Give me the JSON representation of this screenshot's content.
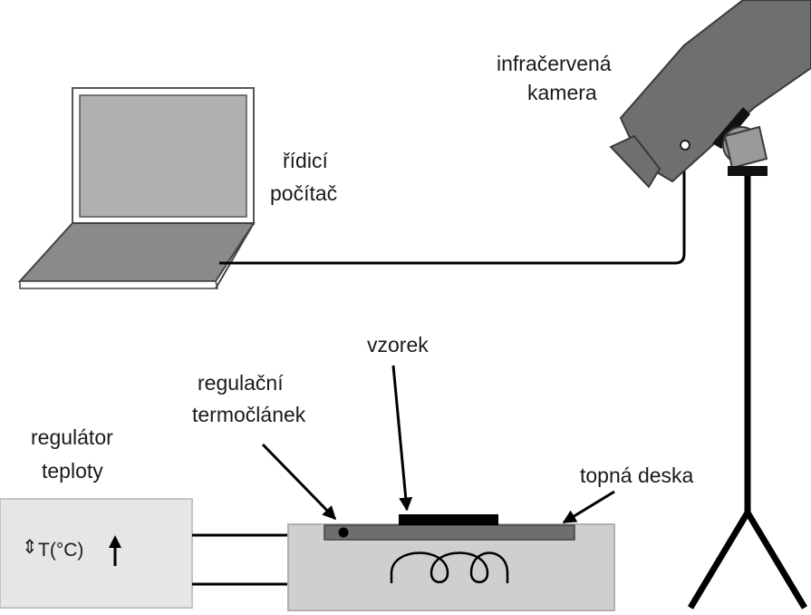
{
  "labels": {
    "camera_line1": "infračervená",
    "camera_line2": "kamera",
    "computer_line1": "řídicí",
    "computer_line2": "počítač",
    "sample": "vzorek",
    "thermocouple_line1": "regulační",
    "thermocouple_line2": "termočlánek",
    "regulator_line1": "regulátor",
    "regulator_line2": "teploty",
    "plate": "topná deska"
  },
  "regulator": {
    "updown_symbol": "⇕",
    "temperature_label": "T(°C)",
    "arrow_symbol": "🡅"
  },
  "icons": {
    "laptop": "laptop-icon",
    "camera": "infrared-camera-icon",
    "tripod": "tripod-icon",
    "heater_coil": "heating-coil-icon"
  }
}
